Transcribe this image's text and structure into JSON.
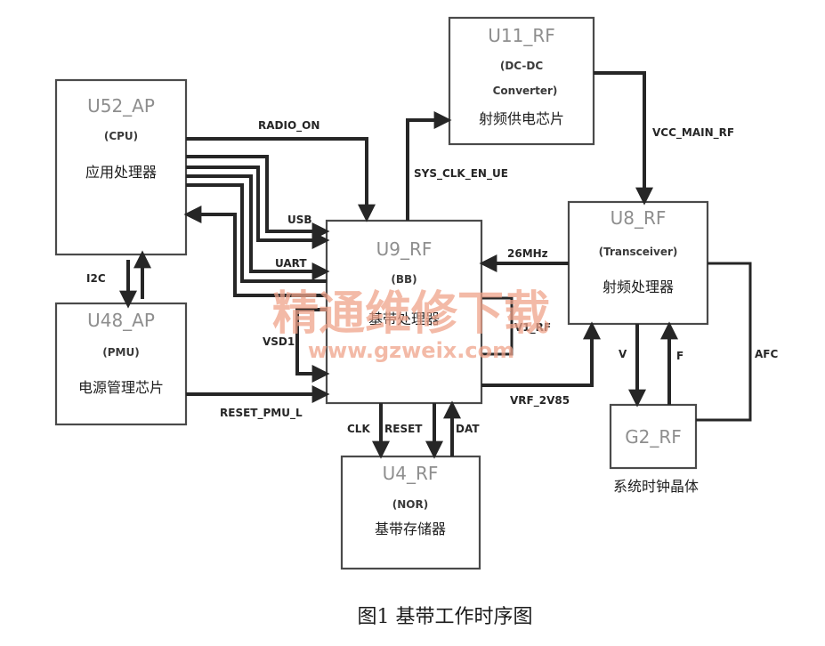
{
  "blocks": {
    "u52": {
      "id": "U52_AP",
      "sub": "(CPU)",
      "name": "应用处理器"
    },
    "u48": {
      "id": "U48_AP",
      "sub": "(PMU)",
      "name": "电源管理芯片"
    },
    "u9": {
      "id": "U9_RF",
      "sub": "(BB)",
      "name": "基带处理器"
    },
    "u11": {
      "id": "U11_RF",
      "sub": "(DC-DC",
      "sub2": "Converter)",
      "name": "射频供电芯片"
    },
    "u8": {
      "id": "U8_RF",
      "sub": "(Transceiver)",
      "name": "射频处理器"
    },
    "u4": {
      "id": "U4_RF",
      "sub": "(NOR)",
      "name": "基带存储器"
    },
    "g2": {
      "id": "G2_RF",
      "name": "系统时钟晶体"
    }
  },
  "signals": {
    "radio_on": "RADIO_ON",
    "usb": "USB",
    "uart": "UART",
    "i2c": "I2C",
    "vsd1": "VSD1",
    "v1_rf": "V1_RF",
    "reset_pmu": "RESET_PMU_L",
    "sys_clk": "SYS_CLK_EN_UE",
    "vcc_main": "VCC_MAIN_RF",
    "mhz26": "26MHz",
    "vrf": "VRF_2V85",
    "clk": "CLK",
    "reset": "RESET",
    "dat": "DAT",
    "v": "V",
    "f": "F",
    "afc": "AFC"
  },
  "watermark": {
    "line1": "精通维修下载",
    "line2": "www.gzweix.com"
  },
  "caption": "图1  基带工作时序图"
}
